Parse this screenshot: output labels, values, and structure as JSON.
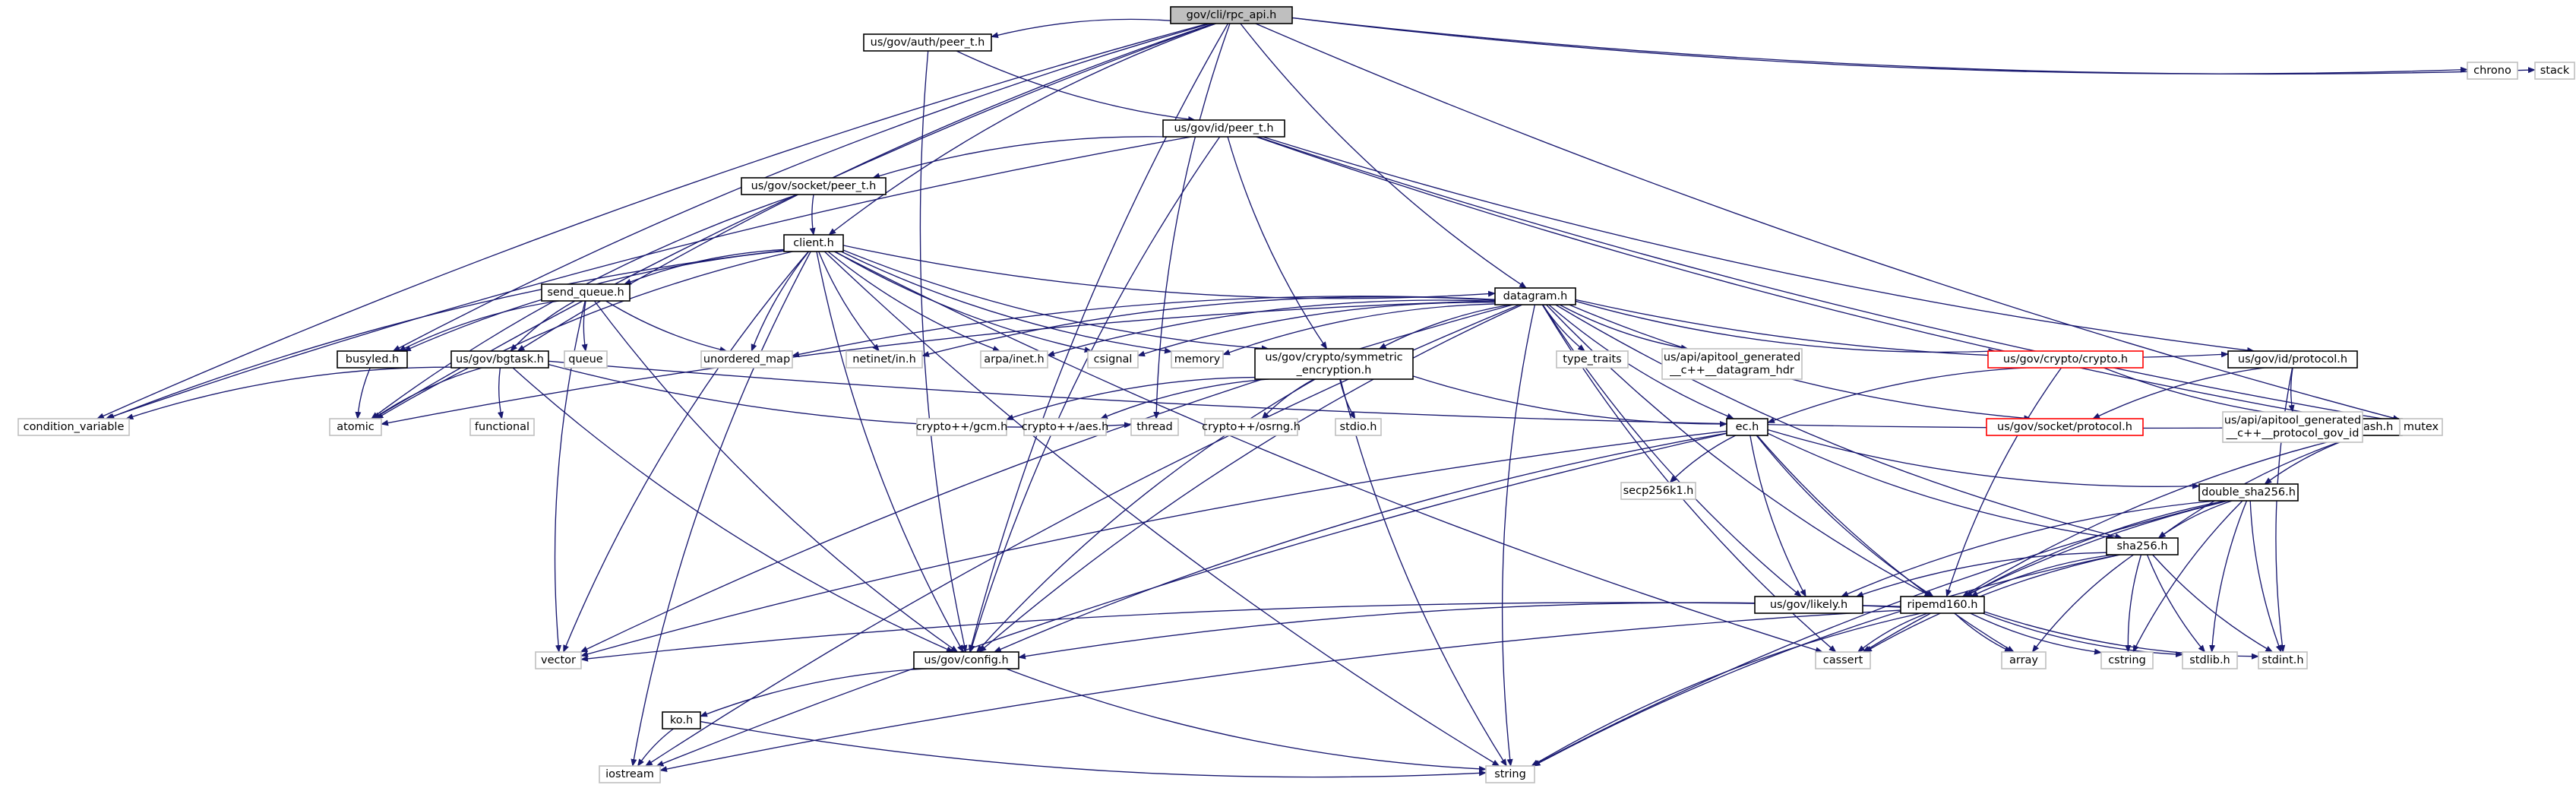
{
  "graph": {
    "title": "gov/cli/rpc_api.h",
    "colors": {
      "edge": "#191970",
      "root_fill": "#bfbfbf",
      "root_border": "#000000",
      "doc_border": "#000000",
      "sys_border": "#bfbfbf",
      "missing_border": "#ff0000",
      "node_fill": "#ffffff",
      "text": "#000000"
    },
    "nodes": [
      {
        "id": "rpc_api",
        "label": "gov/cli/rpc_api.h",
        "kind": "root"
      },
      {
        "id": "auth_peer",
        "label": "us/gov/auth/peer_t.h",
        "kind": "doc"
      },
      {
        "id": "id_peer",
        "label": "us/gov/id/peer_t.h",
        "kind": "doc"
      },
      {
        "id": "socket_peer",
        "label": "us/gov/socket/peer_t.h",
        "kind": "doc"
      },
      {
        "id": "client",
        "label": "client.h",
        "kind": "doc"
      },
      {
        "id": "send_queue",
        "label": "send_queue.h",
        "kind": "doc"
      },
      {
        "id": "busyled",
        "label": "busyled.h",
        "kind": "doc"
      },
      {
        "id": "bgtask",
        "label": "us/gov/bgtask.h",
        "kind": "doc"
      },
      {
        "id": "datagram",
        "label": "datagram.h",
        "kind": "doc"
      },
      {
        "id": "symenc",
        "label": "us/gov/crypto/symmetric\n_encryption.h",
        "kind": "doc"
      },
      {
        "id": "crypto_h",
        "label": "us/gov/crypto/crypto.h",
        "kind": "missing"
      },
      {
        "id": "id_protocol",
        "label": "us/gov/id/protocol.h",
        "kind": "doc"
      },
      {
        "id": "socket_protocol",
        "label": "us/gov/socket/protocol.h",
        "kind": "missing"
      },
      {
        "id": "hash_h",
        "label": "hash.h",
        "kind": "doc"
      },
      {
        "id": "ec_h",
        "label": "ec.h",
        "kind": "doc"
      },
      {
        "id": "double_sha",
        "label": "double_sha256.h",
        "kind": "doc"
      },
      {
        "id": "sha256",
        "label": "sha256.h",
        "kind": "doc"
      },
      {
        "id": "ripemd",
        "label": "ripemd160.h",
        "kind": "doc"
      },
      {
        "id": "likely",
        "label": "us/gov/likely.h",
        "kind": "doc"
      },
      {
        "id": "config",
        "label": "us/gov/config.h",
        "kind": "doc"
      },
      {
        "id": "ko",
        "label": "ko.h",
        "kind": "doc"
      },
      {
        "id": "condvar",
        "label": "condition_variable",
        "kind": "sys"
      },
      {
        "id": "atomic",
        "label": "atomic",
        "kind": "sys"
      },
      {
        "id": "chrono",
        "label": "chrono",
        "kind": "sys"
      },
      {
        "id": "stack",
        "label": "stack",
        "kind": "sys"
      },
      {
        "id": "mutex",
        "label": "mutex",
        "kind": "sys"
      },
      {
        "id": "queue",
        "label": "queue",
        "kind": "sys"
      },
      {
        "id": "unordered_map",
        "label": "unordered_map",
        "kind": "sys"
      },
      {
        "id": "netinet",
        "label": "netinet/in.h",
        "kind": "sys"
      },
      {
        "id": "arpa",
        "label": "arpa/inet.h",
        "kind": "sys"
      },
      {
        "id": "csignal",
        "label": "csignal",
        "kind": "sys"
      },
      {
        "id": "memory",
        "label": "memory",
        "kind": "sys"
      },
      {
        "id": "type_traits",
        "label": "type_traits",
        "kind": "sys"
      },
      {
        "id": "apitool_dgram",
        "label": "us/api/apitool_generated\n__c++__datagram_hdr",
        "kind": "sys"
      },
      {
        "id": "apitool_proto",
        "label": "us/api/apitool_generated\n__c++__protocol_gov_id",
        "kind": "sys"
      },
      {
        "id": "functional",
        "label": "functional",
        "kind": "sys"
      },
      {
        "id": "gcm",
        "label": "crypto++/gcm.h",
        "kind": "sys"
      },
      {
        "id": "aes",
        "label": "crypto++/aes.h",
        "kind": "sys"
      },
      {
        "id": "thread",
        "label": "thread",
        "kind": "sys"
      },
      {
        "id": "osrng",
        "label": "crypto++/osrng.h",
        "kind": "sys"
      },
      {
        "id": "stdio",
        "label": "stdio.h",
        "kind": "sys"
      },
      {
        "id": "secp",
        "label": "secp256k1.h",
        "kind": "sys"
      },
      {
        "id": "vector",
        "label": "vector",
        "kind": "sys"
      },
      {
        "id": "cassert",
        "label": "cassert",
        "kind": "sys"
      },
      {
        "id": "array",
        "label": "array",
        "kind": "sys"
      },
      {
        "id": "cstring",
        "label": "cstring",
        "kind": "sys"
      },
      {
        "id": "stdlib",
        "label": "stdlib.h",
        "kind": "sys"
      },
      {
        "id": "stdint",
        "label": "stdint.h",
        "kind": "sys"
      },
      {
        "id": "iostream",
        "label": "iostream",
        "kind": "sys"
      },
      {
        "id": "string",
        "label": "string",
        "kind": "sys"
      }
    ],
    "edges": [
      [
        "rpc_api",
        "condvar"
      ],
      [
        "rpc_api",
        "atomic"
      ],
      [
        "rpc_api",
        "busyled"
      ],
      [
        "rpc_api",
        "bgtask"
      ],
      [
        "rpc_api",
        "client"
      ],
      [
        "rpc_api",
        "auth_peer"
      ],
      [
        "rpc_api",
        "config"
      ],
      [
        "rpc_api",
        "datagram"
      ],
      [
        "rpc_api",
        "thread"
      ],
      [
        "rpc_api",
        "mutex"
      ],
      [
        "rpc_api",
        "chrono"
      ],
      [
        "rpc_api",
        "stack"
      ],
      [
        "auth_peer",
        "id_peer"
      ],
      [
        "auth_peer",
        "config"
      ],
      [
        "id_peer",
        "socket_peer"
      ],
      [
        "id_peer",
        "condvar"
      ],
      [
        "id_peer",
        "symenc"
      ],
      [
        "id_peer",
        "config"
      ],
      [
        "id_peer",
        "id_protocol"
      ],
      [
        "id_peer",
        "hash_h"
      ],
      [
        "id_peer",
        "mutex"
      ],
      [
        "socket_peer",
        "client"
      ],
      [
        "socket_peer",
        "atomic"
      ],
      [
        "client",
        "condvar"
      ],
      [
        "client",
        "send_queue"
      ],
      [
        "client",
        "busyled"
      ],
      [
        "client",
        "atomic"
      ],
      [
        "client",
        "unordered_map"
      ],
      [
        "client",
        "netinet"
      ],
      [
        "client",
        "arpa"
      ],
      [
        "client",
        "csignal"
      ],
      [
        "client",
        "memory"
      ],
      [
        "client",
        "symenc"
      ],
      [
        "client",
        "datagram"
      ],
      [
        "client",
        "vector"
      ],
      [
        "client",
        "config"
      ],
      [
        "client",
        "iostream"
      ],
      [
        "client",
        "string"
      ],
      [
        "client",
        "cassert"
      ],
      [
        "send_queue",
        "bgtask"
      ],
      [
        "send_queue",
        "busyled"
      ],
      [
        "send_queue",
        "queue"
      ],
      [
        "send_queue",
        "unordered_map"
      ],
      [
        "send_queue",
        "vector"
      ],
      [
        "send_queue",
        "config"
      ],
      [
        "busyled",
        "atomic"
      ],
      [
        "bgtask",
        "atomic"
      ],
      [
        "bgtask",
        "condvar"
      ],
      [
        "bgtask",
        "functional"
      ],
      [
        "bgtask",
        "thread"
      ],
      [
        "bgtask",
        "mutex"
      ],
      [
        "bgtask",
        "config"
      ],
      [
        "datagram",
        "unordered_map"
      ],
      [
        "datagram",
        "netinet"
      ],
      [
        "datagram",
        "arpa"
      ],
      [
        "datagram",
        "csignal"
      ],
      [
        "datagram",
        "memory"
      ],
      [
        "datagram",
        "type_traits"
      ],
      [
        "datagram",
        "apitool_dgram"
      ],
      [
        "datagram",
        "symenc"
      ],
      [
        "datagram",
        "crypto_h"
      ],
      [
        "datagram",
        "id_protocol"
      ],
      [
        "datagram",
        "socket_protocol"
      ],
      [
        "datagram",
        "ec_h"
      ],
      [
        "datagram",
        "likely"
      ],
      [
        "datagram",
        "ripemd"
      ],
      [
        "datagram",
        "sha256"
      ],
      [
        "datagram",
        "vector"
      ],
      [
        "datagram",
        "config"
      ],
      [
        "datagram",
        "string"
      ],
      [
        "datagram",
        "atomic"
      ],
      [
        "datagram",
        "iostream"
      ],
      [
        "datagram",
        "cassert"
      ],
      [
        "symenc",
        "gcm"
      ],
      [
        "symenc",
        "aes"
      ],
      [
        "symenc",
        "osrng"
      ],
      [
        "symenc",
        "stdio"
      ],
      [
        "symenc",
        "ec_h"
      ],
      [
        "symenc",
        "config"
      ],
      [
        "symenc",
        "string"
      ],
      [
        "crypto_h",
        "ec_h"
      ],
      [
        "crypto_h",
        "hash_h"
      ],
      [
        "crypto_h",
        "ripemd"
      ],
      [
        "id_protocol",
        "socket_protocol"
      ],
      [
        "id_protocol",
        "apitool_proto"
      ],
      [
        "id_protocol",
        "stdint"
      ],
      [
        "hash_h",
        "double_sha"
      ],
      [
        "hash_h",
        "ripemd"
      ],
      [
        "hash_h",
        "sha256"
      ],
      [
        "ec_h",
        "secp"
      ],
      [
        "ec_h",
        "double_sha"
      ],
      [
        "ec_h",
        "sha256"
      ],
      [
        "ec_h",
        "ripemd"
      ],
      [
        "ec_h",
        "likely"
      ],
      [
        "ec_h",
        "array"
      ],
      [
        "ec_h",
        "vector"
      ],
      [
        "ec_h",
        "iostream"
      ],
      [
        "ec_h",
        "config"
      ],
      [
        "double_sha",
        "sha256"
      ],
      [
        "double_sha",
        "ripemd"
      ],
      [
        "double_sha",
        "likely"
      ],
      [
        "double_sha",
        "cstring"
      ],
      [
        "double_sha",
        "stdlib"
      ],
      [
        "double_sha",
        "stdint"
      ],
      [
        "double_sha",
        "string"
      ],
      [
        "double_sha",
        "cassert"
      ],
      [
        "sha256",
        "ripemd"
      ],
      [
        "sha256",
        "likely"
      ],
      [
        "sha256",
        "array"
      ],
      [
        "sha256",
        "cstring"
      ],
      [
        "sha256",
        "stdlib"
      ],
      [
        "sha256",
        "stdint"
      ],
      [
        "sha256",
        "string"
      ],
      [
        "sha256",
        "cassert"
      ],
      [
        "ripemd",
        "config"
      ],
      [
        "ripemd",
        "array"
      ],
      [
        "ripemd",
        "cstring"
      ],
      [
        "ripemd",
        "stdlib"
      ],
      [
        "ripemd",
        "stdint"
      ],
      [
        "ripemd",
        "cassert"
      ],
      [
        "ripemd",
        "string"
      ],
      [
        "ripemd",
        "vector"
      ],
      [
        "ripemd",
        "iostream"
      ],
      [
        "config",
        "ko"
      ],
      [
        "config",
        "string"
      ],
      [
        "ko",
        "iostream"
      ],
      [
        "ko",
        "string"
      ]
    ]
  }
}
